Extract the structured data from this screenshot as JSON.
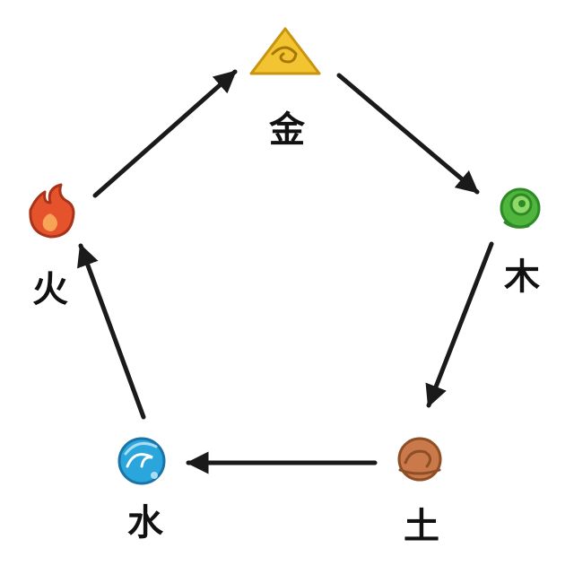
{
  "diagram": {
    "elements": {
      "metal": {
        "label": "金",
        "icon": "metal-element-icon",
        "color": "#f3c431"
      },
      "wood": {
        "label": "木",
        "icon": "wood-element-icon",
        "color": "#4fb53c"
      },
      "earth": {
        "label": "土",
        "icon": "earth-element-icon",
        "color": "#c9794a"
      },
      "water": {
        "label": "水",
        "icon": "water-element-icon",
        "color": "#2ba6dc"
      },
      "fire": {
        "label": "火",
        "icon": "fire-element-icon",
        "color": "#e5532c"
      }
    },
    "cycle": [
      "metal",
      "wood",
      "earth",
      "water",
      "fire"
    ],
    "arrow_color": "#1a1a1a"
  }
}
